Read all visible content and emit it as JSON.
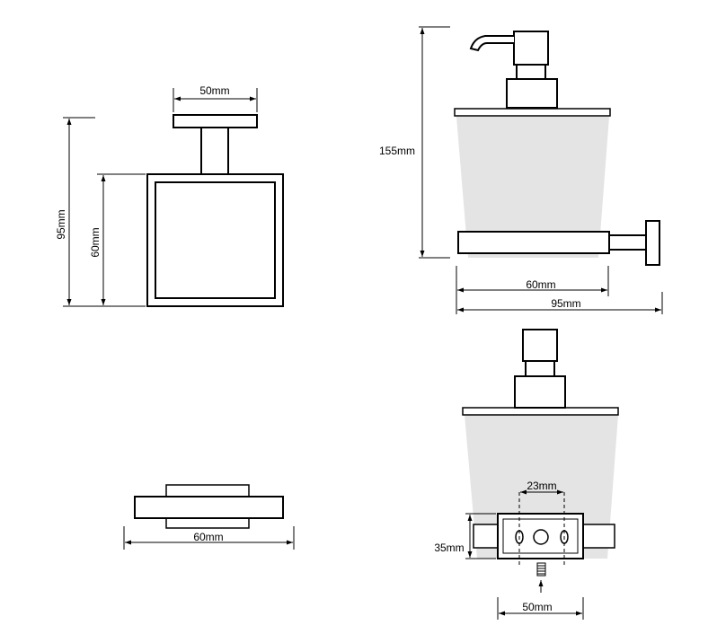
{
  "dimensions": {
    "top_view_width": "50mm",
    "front_height_total": "95mm",
    "front_height_inner": "60mm",
    "side_height": "155mm",
    "side_depth_inner": "60mm",
    "side_depth_total": "95mm",
    "bottom_width": "60mm",
    "back_hole_spacing": "23mm",
    "back_plate_height": "35mm",
    "back_plate_width": "50mm"
  },
  "colors": {
    "line": "#000000",
    "glass": "#e4e4e4",
    "background": "#ffffff"
  }
}
